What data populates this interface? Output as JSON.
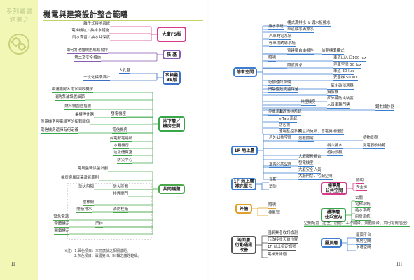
{
  "sidebar": {
    "label_line1": "系列叢書",
    "label_line2": "涵蓋之"
  },
  "page_title": "機電與建築設計整合範疇",
  "page_numbers": {
    "left": "II",
    "right": "III"
  },
  "left_page": {
    "groups": [
      {
        "id": "fs",
        "title": "大廈FS版",
        "color": "#d83a8a",
        "items": [
          "離子式接地系統",
          "電梯機坑／抽排水措施",
          "雨水滯留／抽水井深度"
        ]
      },
      {
        "id": "base",
        "title": "筏 基",
        "color": "#8a5ab5",
        "items": [
          "如何將池體規劃成易易排",
          "第二道安全措施"
        ]
      },
      {
        "id": "bs",
        "title": "水箱蓋\nBS版",
        "color": "#3b6fc8",
        "items": [
          "人孔蓋",
          "一次化標準設計"
        ]
      },
      {
        "id": "base2",
        "title": "地下層／\n機房空間",
        "color": "#3aa64a",
        "items": [
          "噴灑機房＆雨水回收機房",
          "消防泵浦設置細節",
          "燃料機園區措施",
          "發電機室",
          "業權淨化器",
          "發電機室與電錶室的相對關係",
          "電信機房還擁有何定義",
          "電信機房",
          "台電配電場所",
          "水箱機房",
          "垃圾儲藏室",
          "防災中心"
        ]
      },
      {
        "id": "common",
        "title": "共同議題",
        "color": "#4aa84a",
        "items": [
          "電氣盤轉供盤計劃",
          "機房邊風百葉設置準則",
          "防火阻隔",
          "防火區劃",
          "排煙閘門",
          "樓梯間",
          "隱蔽排水",
          "消防栓箱",
          "緊急電源",
          "宇體標示",
          "開鎖標示",
          "門柱"
        ]
      }
    ],
    "notes": [
      "※註：1.黃色項目：本冊廣就之相關議題。",
      "2.灰色項目：專書第 II、III 輯之議題範疇。"
    ]
  },
  "right_page": {
    "groups": [
      {
        "id": "parking",
        "title": "停車空間",
        "color": "#3b7ed0",
        "items": [
          "排水系統",
          "樓式溝排水 & 導水板排水",
          "車道截水溝排水",
          "汽車充電系統",
          "停車場誘導系統",
          "照明",
          "螢建築自由構件",
          "前期標準模式",
          "照度要求",
          "車道出入口100 lux",
          "停車空間 50 lux",
          "車道 30 lux",
          "安全梯 50 lux",
          "行動通訊設備",
          "門禁監控防盜保全",
          "一氧化碳偵測器",
          "攝影機",
          "紅外線防夾裝置",
          "人員車輛門禁",
          "排煙機房",
          "車道雨林系統",
          "e-Tag 系統",
          "停車系統",
          "訪客機",
          "遠端監控系統",
          "鋼數讀秒器"
        ]
      },
      {
        "id": "f1",
        "title": "1F 地上層",
        "color": "#3b7ed0",
        "items": [
          "戶外公共空間",
          "獨立設施所、發電機排煙管",
          "景觀照明",
          "樹穴排水",
          "植物景觀",
          "變電器收納箱",
          "植物景觀",
          "室內公共空間",
          "大廳服務櫃台",
          "發電機室",
          "大廳安全人員",
          "大廳門禁、宅配空間"
        ]
      },
      {
        "id": "f1b",
        "title": "1F 地上層\n補充單元",
        "color": "#3b7ed0",
        "items": [
          "瓦斯",
          "消防"
        ]
      },
      {
        "id": "facade",
        "title": "外牆",
        "color": "#e0a02a",
        "items": [
          "照明",
          "排氣管"
        ]
      },
      {
        "id": "gf",
        "title": "地面層\n行動通訊\n改善",
        "color": "#555",
        "items": [
          "國網業者收訊檢測",
          "行政接收天線位置",
          "1F 以上措定訊號",
          "電梯升降通"
        ]
      },
      {
        "id": "std_public",
        "title": "標準層\n公共空間",
        "color": "#d83a8a",
        "items": [
          "照明",
          "安全梯"
        ]
      },
      {
        "id": "std_home",
        "title": "標準層\n住戶室內",
        "color": "#3aa64a",
        "items": [
          "玄關",
          "電梯系統",
          "給水系統",
          "廚房系統",
          "空間配置（浴室、廚房、工作陽台、景觀陽台、共用電視插座）"
        ]
      },
      {
        "id": "roof",
        "title": "屋頂層",
        "color": "#3b7ed0",
        "items": [
          "屋頂平台",
          "機房空間",
          "水塔空間"
        ]
      }
    ]
  }
}
